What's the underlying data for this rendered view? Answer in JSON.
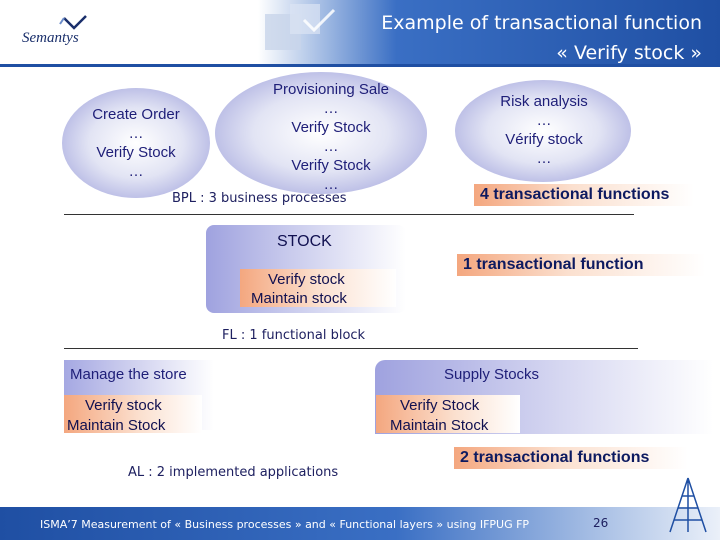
{
  "header": {
    "title_line1": "Example of transactional function",
    "title_line2": "« Verify stock »",
    "logo_text": "Semantys"
  },
  "bpl": {
    "oval_left": [
      "Create Order",
      "…",
      "Verify Stock",
      "…"
    ],
    "oval_mid": [
      "Provisioning Sale",
      "…",
      "Verify Stock",
      "…",
      "Verify Stock",
      "…"
    ],
    "oval_right": [
      "Risk analysis",
      "…",
      "Vérify stock",
      "…"
    ],
    "caption": "BPL  : 3 business processes",
    "callout": "4 transactional functions"
  },
  "fl": {
    "block_title": "STOCK",
    "items": [
      "Verify stock",
      "Maintain stock"
    ],
    "caption": "FL : 1 functional block",
    "callout": "1 transactional function"
  },
  "al": {
    "store_title": "Manage the store",
    "store_items": [
      "Verify stock",
      "Maintain Stock"
    ],
    "supply_title": "Supply Stocks",
    "supply_items": [
      "Verify Stock",
      "Maintain Stock"
    ],
    "caption": "AL : 2 implemented applications",
    "callout": "2 transactional functions"
  },
  "footer": {
    "text": "ISMA’7   Measurement of « Business processes » and « Functional layers » using  IFPUG  FP",
    "page_number": "26"
  },
  "colors": {
    "brand_blue": "#1f4fa3",
    "oval_purple": "#9598d8",
    "callout_orange": "#f4a77f",
    "text_navy": "#1e1e78"
  }
}
